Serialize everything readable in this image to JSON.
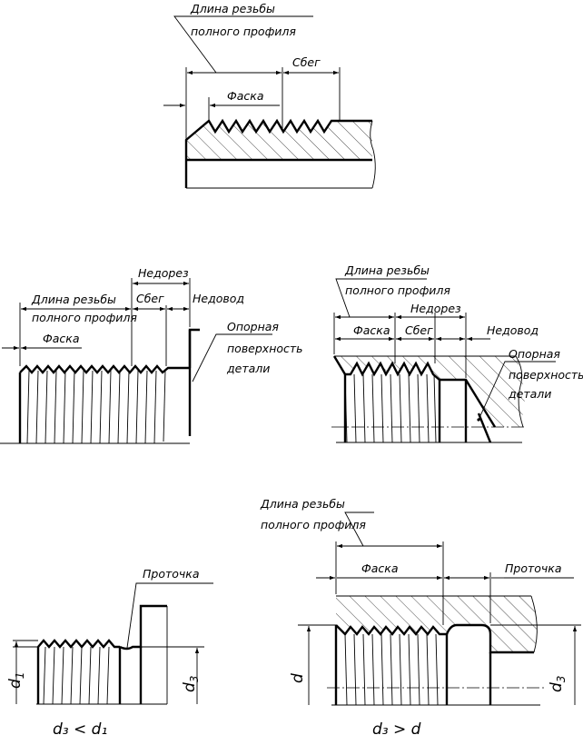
{
  "labels": {
    "full_profile_line1": "Длина резьбы",
    "full_profile_line2": "полного профиля",
    "runout": "Сбег",
    "chamfer": "Фаска",
    "undercut": "Недорез",
    "incomplete": "Недовод",
    "bearing_line1": "Опорная",
    "bearing_line2": "поверхность",
    "bearing_line3": "детали",
    "groove": "Проточка",
    "d1": "d",
    "d1_sub": "1",
    "d3": "d",
    "d3_sub": "3",
    "d": "d",
    "formula_left": "d₃ < d₁",
    "formula_right": "d₃ > d"
  }
}
